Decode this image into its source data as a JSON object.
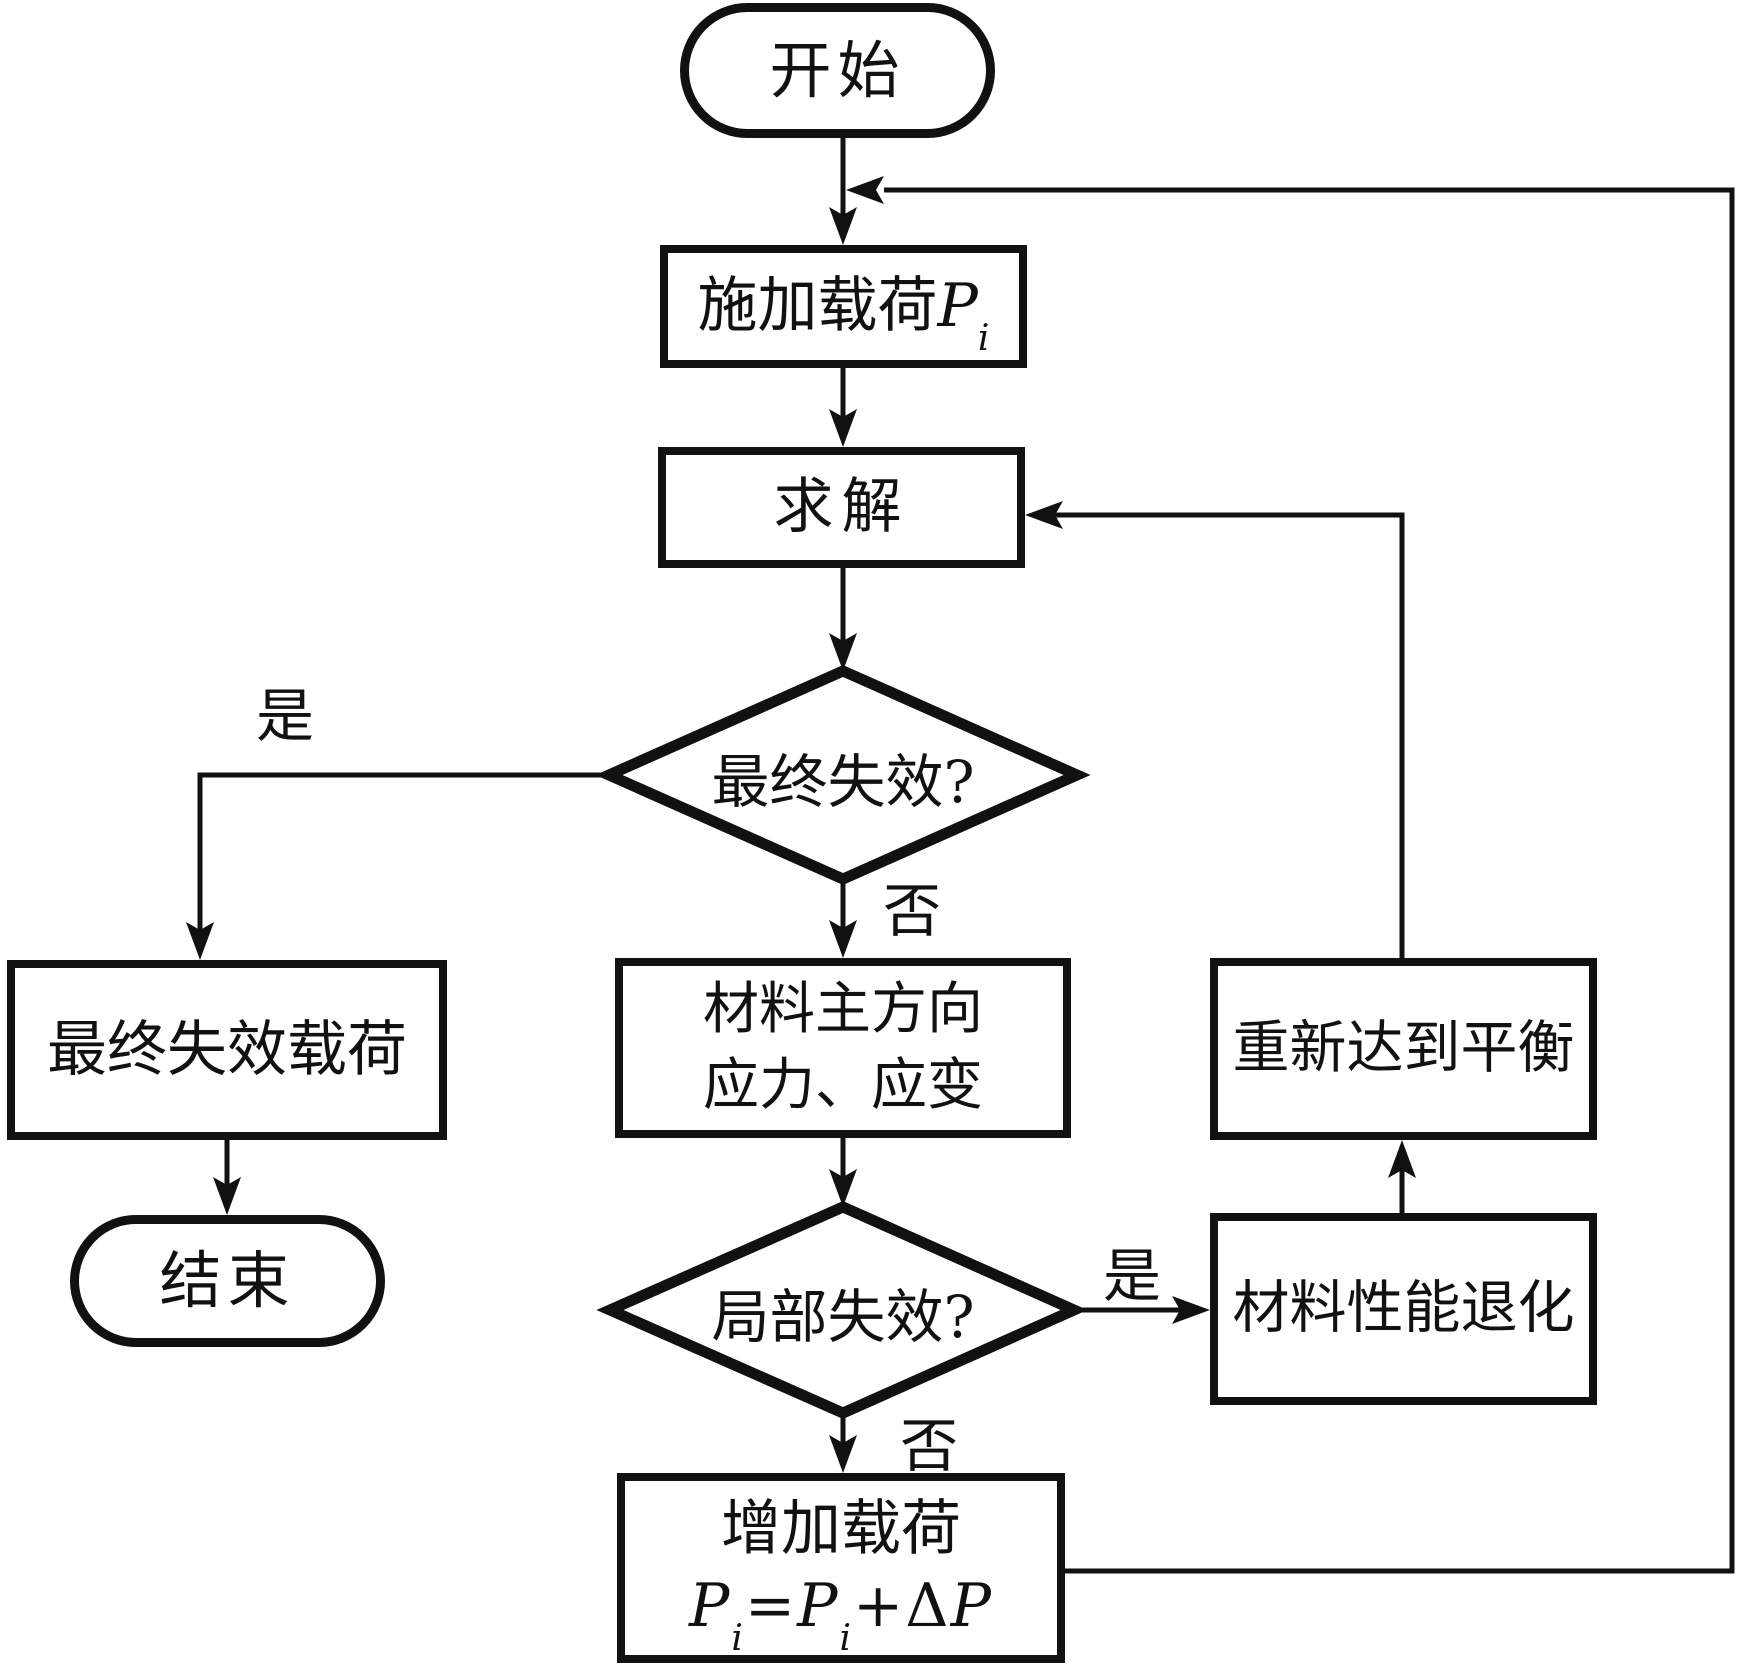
{
  "nodes": {
    "start": {
      "label": "开始"
    },
    "apply_load": {
      "label": "施加载荷",
      "var": "P",
      "var_sub": "i"
    },
    "solve": {
      "label": "求解"
    },
    "final_failure_decision": {
      "label": "最终失效?"
    },
    "final_failure_load": {
      "label": "最终失效载荷"
    },
    "end": {
      "label": "结束"
    },
    "principal_stress": {
      "line1": "材料主方向",
      "line2": "应力、应变"
    },
    "local_failure_decision": {
      "label": "局部失效?"
    },
    "rebalance": {
      "label": "重新达到平衡"
    },
    "degrade": {
      "label": "材料性能退化"
    },
    "increase_load": {
      "line1": "增加载荷",
      "formula": [
        {
          "t": "P",
          "s": "var"
        },
        {
          "t": "i",
          "s": "sub"
        },
        {
          "t": "=",
          "s": "op"
        },
        {
          "t": "P",
          "s": "var"
        },
        {
          "t": "i",
          "s": "sub"
        },
        {
          "t": "+Δ",
          "s": "op"
        },
        {
          "t": "P",
          "s": "var"
        }
      ]
    }
  },
  "edge_labels": {
    "final_failure_yes": "是",
    "final_failure_no": "否",
    "local_failure_yes": "是",
    "local_failure_no": "否"
  },
  "colors": {
    "stroke": "#111111",
    "background": "#ffffff"
  }
}
